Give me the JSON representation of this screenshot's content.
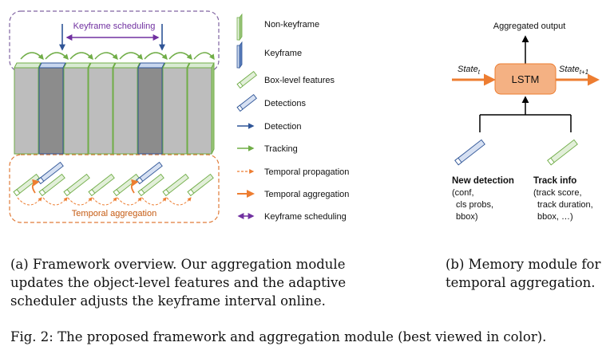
{
  "panel_a": {
    "keyframe_scheduling": "Keyframe scheduling",
    "temporal_aggregation": "Temporal aggregation",
    "legend": [
      {
        "label": "Non-keyframe",
        "icon": "non-keyframe-icon"
      },
      {
        "label": "Keyframe",
        "icon": "keyframe-icon"
      },
      {
        "label": "Box-level features",
        "icon": "box-level-features-icon"
      },
      {
        "label": "Detections",
        "icon": "detections-icon"
      },
      {
        "label": "Detection",
        "icon": "detection-arrow-icon"
      },
      {
        "label": "Tracking",
        "icon": "tracking-arrow-icon"
      },
      {
        "label": "Temporal propagation",
        "icon": "temporal-propagation-arrow-icon"
      },
      {
        "label": "Temporal aggregation",
        "icon": "temporal-aggregation-arrow-icon"
      },
      {
        "label": "Keyframe scheduling",
        "icon": "keyframe-scheduling-arrow-icon"
      }
    ]
  },
  "panel_b": {
    "aggregated_output": "Aggregated output",
    "lstm": "LSTM",
    "state_in": "State",
    "state_in_sub": "t",
    "state_out": "State",
    "state_out_sub": "t+1",
    "new_detection_title": "New detection",
    "new_detection_lines": [
      "(conf,",
      "cls probs,",
      "bbox)"
    ],
    "track_info_title": "Track info",
    "track_info_lines": [
      "(track score,",
      "track duration,",
      "bbox, …)"
    ]
  },
  "captions": {
    "a": [
      "(a) Framework overview. Our aggregation module",
      "updates the object-level features and the adaptive",
      "scheduler adjusts the keyframe interval online."
    ],
    "b": [
      "(b) Memory module for",
      "temporal aggregation."
    ],
    "fig": "Fig. 2: The proposed framework and aggregation module (best viewed in color)."
  },
  "colors": {
    "green": "#70ad47",
    "blue": "#2f5597",
    "orange": "#ed7d31",
    "purple": "#7030a0",
    "frame_gray": "#bdbdbd",
    "keyframe_gray": "#8c8c8c",
    "lstm_fill": "#f4b183"
  }
}
